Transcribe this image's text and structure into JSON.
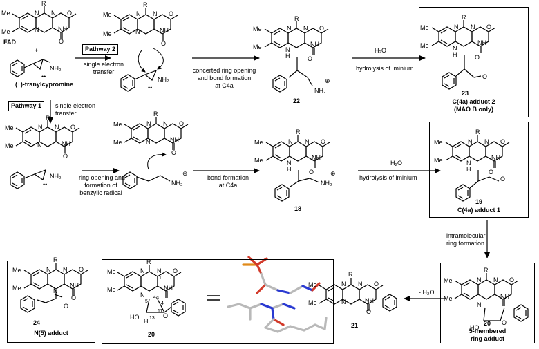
{
  "labels": {
    "fad": "FAD",
    "tranylcypromine": "(±)-tranylcypromine",
    "pathway1": "Pathway 1",
    "pathway2": "Pathway 2",
    "set_top_1": "single electron",
    "set_top_2": "transfer",
    "set_left_1": "single electron",
    "set_left_2": "transfer",
    "concerted_1": "concerted ring opening",
    "concerted_2": "and bond formation",
    "concerted_3": "at C4a",
    "h2o_top": "H₂O",
    "hydrolysis_top": "hydrolysis of iminium",
    "ringopen_1": "ring opening and",
    "ringopen_2": "formation of",
    "ringopen_3": "benzylic radical",
    "bondform_1": "bond formation",
    "bondform_2": "at C4a",
    "h2o_mid": "H₂O",
    "hydrolysis_mid": "hydrolysis of iminium",
    "intramolecular_1": "intramolecular",
    "intramolecular_2": "ring formation",
    "minus_water": "- H₂O"
  },
  "compounds": {
    "c22": "22",
    "c23": "23",
    "c23_name_1": "C(4a) adduct 2",
    "c23_name_2": "(MAO B only)",
    "c18": "18",
    "c19": "19",
    "c19_name": "C(4a) adduct 1",
    "c24": "24",
    "c24_name": "N(5) adduct",
    "c20_box": "20",
    "c20": "20",
    "c20_name_1": "5-membered",
    "c20_name_2": "ring adduct",
    "c21": "21"
  },
  "atoms": {
    "N": "N",
    "NH": "NH",
    "O": "O",
    "H": "H",
    "R": "R",
    "Me": "Me",
    "HO": "HO",
    "NH2": "NH₂",
    "plus": "+",
    "dots": "••",
    "circplus": "⊕",
    "n1": "1",
    "n4a": "4a",
    "n4": "4",
    "n5": "5",
    "n13": "13",
    "n11": "11"
  },
  "colors": {
    "oxygen": "#d23a2a",
    "nitrogen": "#2a3ad2",
    "phosphorus": "#e08a1a",
    "carbon": "#b9b9b9"
  }
}
